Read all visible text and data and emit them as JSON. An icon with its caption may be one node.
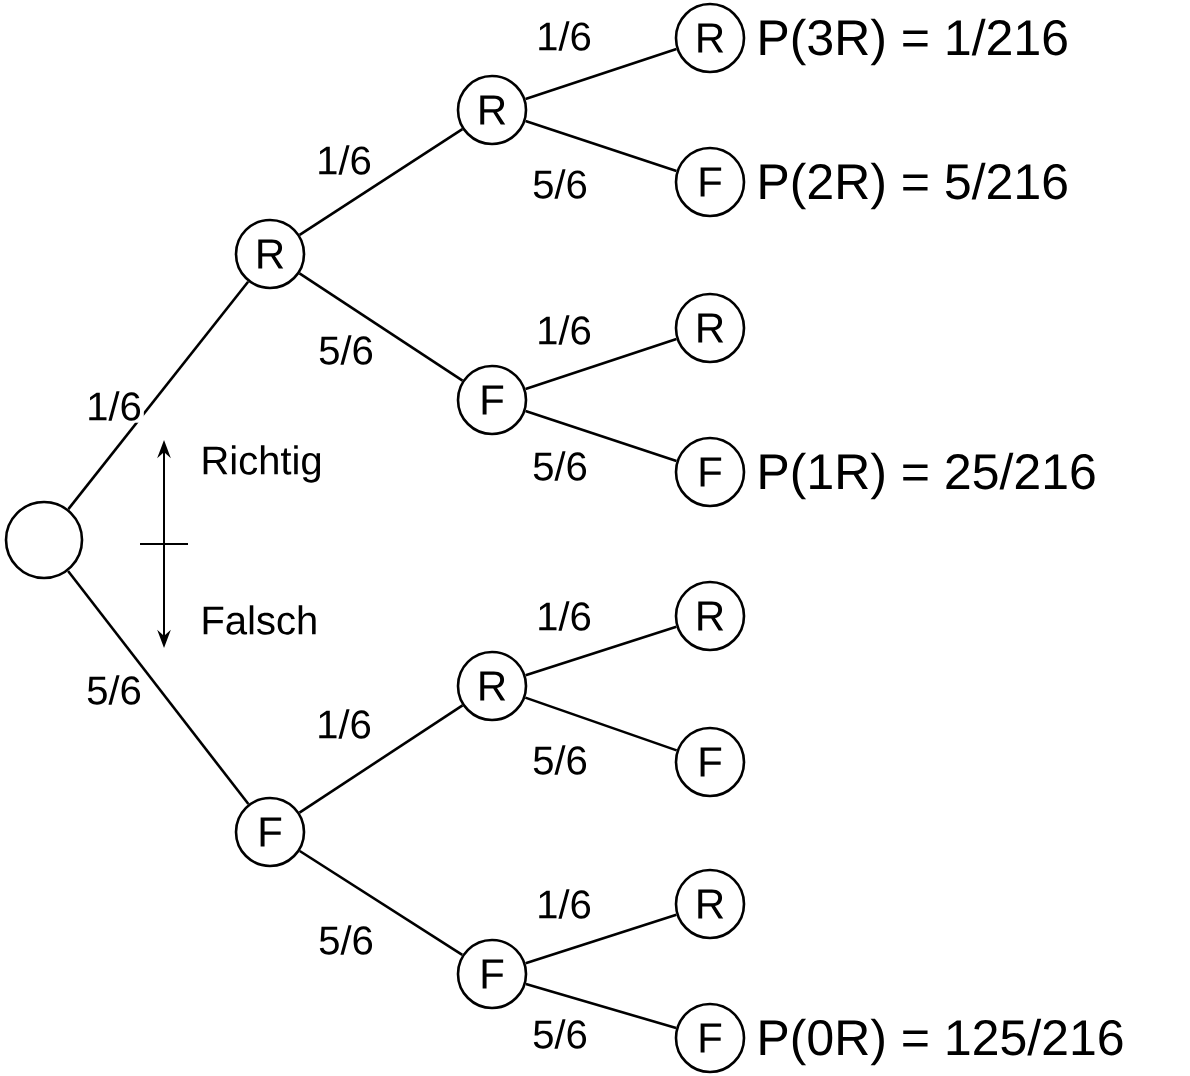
{
  "diagram": {
    "nodes": [
      {
        "text": [],
        "shape": "circle"
      },
      {
        "text": [
          "R"
        ]
      },
      {
        "text": [
          "R"
        ]
      },
      {
        "text": [
          "R"
        ],
        "beside": [
          "P(3R) = 1/216"
        ]
      },
      {
        "text": [
          "F"
        ],
        "beside": [
          "P(2R) = 5/216"
        ]
      },
      {
        "text": [
          "F"
        ]
      },
      {
        "text": [
          "R"
        ]
      },
      {
        "text": [
          "F"
        ],
        "beside": [
          "P(1R) = 25/216"
        ]
      },
      {
        "text": [
          "F"
        ]
      },
      {
        "text": [
          "R"
        ]
      },
      {
        "text": [
          "R"
        ]
      },
      {
        "text": [
          "F"
        ]
      },
      {
        "text": [
          "F"
        ]
      },
      {
        "text": [
          "R"
        ]
      },
      {
        "text": [
          "F"
        ],
        "beside": [
          "P(0R) = 125/216"
        ]
      }
    ],
    "edges": [
      {
        "from": 0,
        "to": 1,
        "arrow": "none",
        "label": "1/6"
      },
      {
        "from": 1,
        "to": 2,
        "arrow": "none",
        "label": "1/6"
      },
      {
        "from": 2,
        "to": 3,
        "arrow": "none",
        "label": "1/6"
      },
      {
        "from": 2,
        "to": 4,
        "arrow": "none",
        "label": "5/6"
      },
      {
        "from": 1,
        "to": 5,
        "arrow": "none",
        "label": "5/6"
      },
      {
        "from": 5,
        "to": 6,
        "arrow": "none",
        "label": "1/6"
      },
      {
        "from": 5,
        "to": 7,
        "arrow": "none",
        "label": "5/6"
      },
      {
        "from": 0,
        "to": 8,
        "arrow": "none",
        "label": "5/6"
      },
      {
        "from": 8,
        "to": 9,
        "arrow": "none",
        "label": "1/6"
      },
      {
        "from": 9,
        "to": 10,
        "arrow": "none",
        "label": "1/6"
      },
      {
        "from": 9,
        "to": 11,
        "arrow": "none",
        "label": "5/6"
      },
      {
        "from": 8,
        "to": 12,
        "arrow": "none",
        "label": "5/6"
      },
      {
        "from": 12,
        "to": 13,
        "arrow": "none",
        "label": "1/6"
      },
      {
        "from": 12,
        "to": 14,
        "arrow": "none",
        "label": "5/6"
      }
    ],
    "labels": [
      "Richtig",
      "Falsch"
    ]
  }
}
